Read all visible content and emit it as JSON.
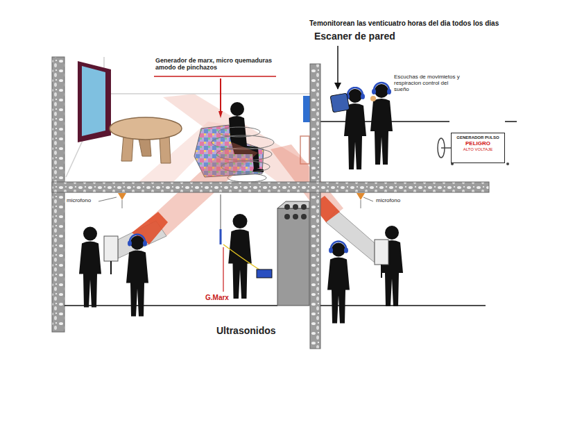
{
  "diagram": {
    "nodes": [
      {
        "text": [
          "GENERADOR PULSO",
          "PELIGRO",
          "ALTO VOLTAJE"
        ]
      }
    ],
    "labels": [
      "Temonitorean las venticuatro horas del dia todos los dias",
      "Escaner de pared",
      "Generador de marx, micro quemaduras amodo de pinchazos",
      "Escuchas de movimietos y respiracion control del sueño",
      "microfono",
      "microfono",
      "G.Marx",
      "Ultrasonidos"
    ]
  }
}
